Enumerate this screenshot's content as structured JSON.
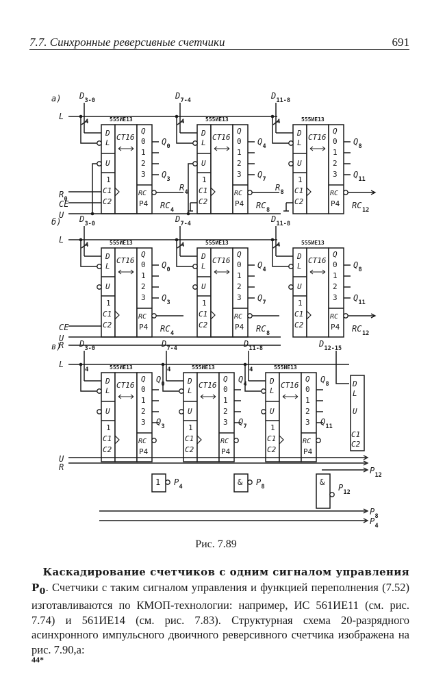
{
  "header": {
    "section": "7.7. Синхронные реверсивные счетчики",
    "page_number": "691"
  },
  "figure": {
    "caption": "Рис. 7.89",
    "chip_name": "555ИЕ13",
    "chip_function": "CT16",
    "pins": {
      "D": "D",
      "L": "L",
      "U": "U",
      "one": "1",
      "C1": "C1",
      "C2": "C2",
      "Q": "Q",
      "q0": "0",
      "q1": "1",
      "q2": "2",
      "q3": "3",
      "RC": "RC",
      "P4": "P4",
      "bus_width": "4"
    },
    "panels": [
      {
        "label": "а)",
        "inputs": {
          "load": "L",
          "R": "R",
          "CE": "CE",
          "U": "U"
        },
        "stages": [
          {
            "data_in": "D3-0",
            "q_low": "Q0",
            "q_high": "Q3",
            "rc_out": "RC4",
            "r_label": "R0"
          },
          {
            "data_in": "D7-4",
            "q_low": "Q4",
            "q_high": "Q7",
            "rc_out": "RC8",
            "r_label": "R4"
          },
          {
            "data_in": "D11-8",
            "q_low": "Q8",
            "q_high": "Q11",
            "rc_out": "RC12",
            "r_label": "R8"
          }
        ]
      },
      {
        "label": "б)",
        "inputs": {
          "load": "L",
          "CE": "CE",
          "U": "U",
          "R": "R"
        },
        "stages": [
          {
            "data_in": "D3-0",
            "q_low": "Q0",
            "q_high": "Q3",
            "rc_out": "RC4"
          },
          {
            "data_in": "D7-4",
            "q_low": "Q4",
            "q_high": "Q7",
            "rc_out": "RC8"
          },
          {
            "data_in": "D11-8",
            "q_low": "Q8",
            "q_high": "Q11",
            "rc_out": "RC12"
          }
        ]
      },
      {
        "label": "в)",
        "inputs": {
          "load": "L",
          "U": "U",
          "R": "R"
        },
        "stages": [
          {
            "data_in": "D3-0",
            "q_low": "Q0",
            "q_high": "Q3"
          },
          {
            "data_in": "D7-4",
            "q_low": "Q4",
            "q_high": "Q7"
          },
          {
            "data_in": "D11-8",
            "q_low": "Q8",
            "q_high": "Q11"
          },
          {
            "data_in": "D12-15"
          }
        ],
        "gates": [
          {
            "symbol": "1",
            "output": "P4"
          },
          {
            "symbol": "&",
            "output": "P8"
          },
          {
            "symbol": "&",
            "output": "P12"
          }
        ],
        "outputs": [
          "P12",
          "P8",
          "P4"
        ]
      }
    ]
  },
  "body": {
    "bold_lead": "Каскадирование счетчиков с одним сигналом управления P",
    "bold_sub": "0",
    "text": ". Счетчики с таким сигналом управления и функцией переполнения (7.52) изготавливаются по КМОП-технологии: например, ИС 561ИЕ11 (см. рис. 7.74) и 561ИЕ14 (см. рис. 7.83). Структурная схема 20-разрядного асинхронного импульсного двоичного реверсивного счетчика изображена на рис. 7.90,а:"
  },
  "footer": {
    "signature": "44*"
  }
}
